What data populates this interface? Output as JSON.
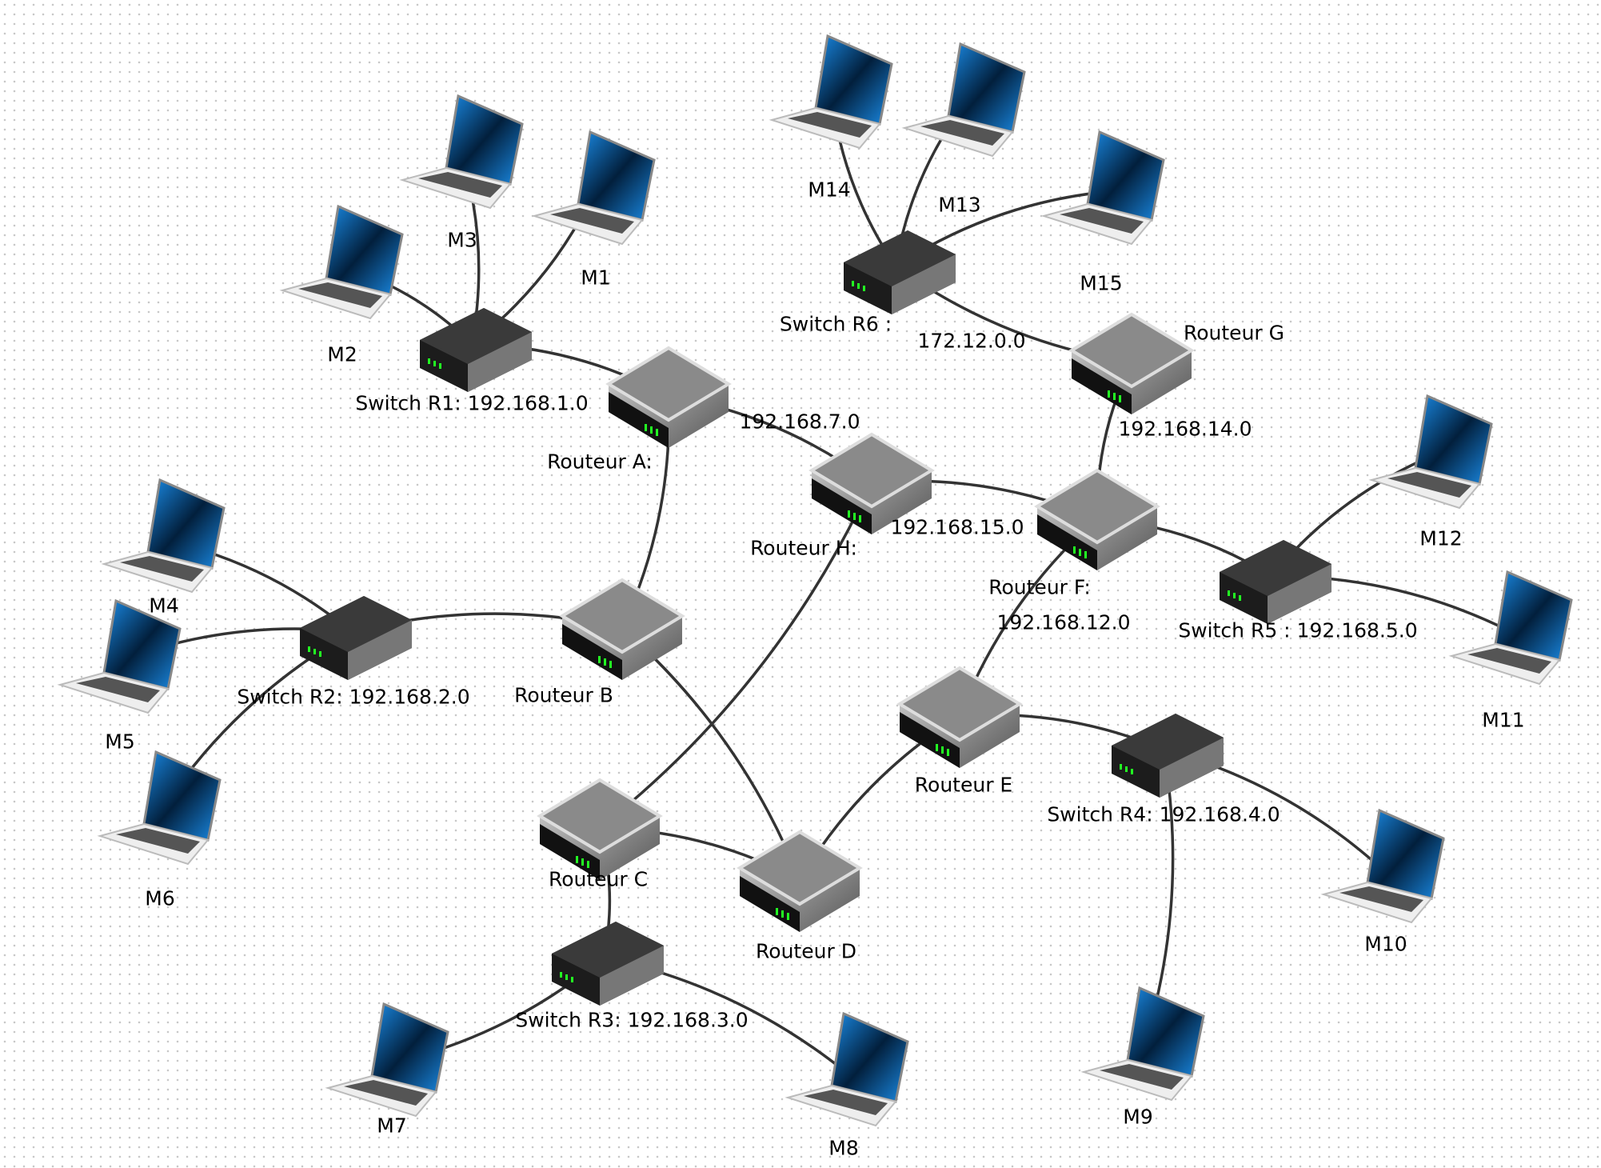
{
  "diagram": {
    "devices": [
      {
        "id": "M1",
        "kind": "laptop",
        "label": "M1"
      },
      {
        "id": "M2",
        "kind": "laptop",
        "label": "M2"
      },
      {
        "id": "M3",
        "kind": "laptop",
        "label": "M3"
      },
      {
        "id": "M4",
        "kind": "laptop",
        "label": "M4"
      },
      {
        "id": "M5",
        "kind": "laptop",
        "label": "M5"
      },
      {
        "id": "M6",
        "kind": "laptop",
        "label": "M6"
      },
      {
        "id": "M7",
        "kind": "laptop",
        "label": "M7"
      },
      {
        "id": "M8",
        "kind": "laptop",
        "label": "M8"
      },
      {
        "id": "M9",
        "kind": "laptop",
        "label": "M9"
      },
      {
        "id": "M10",
        "kind": "laptop",
        "label": "M10"
      },
      {
        "id": "M11",
        "kind": "laptop",
        "label": "M11"
      },
      {
        "id": "M12",
        "kind": "laptop",
        "label": "M12"
      },
      {
        "id": "M13",
        "kind": "laptop",
        "label": "M13"
      },
      {
        "id": "M14",
        "kind": "laptop",
        "label": "M14"
      },
      {
        "id": "M15",
        "kind": "laptop",
        "label": "M15"
      },
      {
        "id": "S1",
        "kind": "switch",
        "label": "Switch R1: 192.168.1.0"
      },
      {
        "id": "S2",
        "kind": "switch",
        "label": "Switch R2: 192.168.2.0"
      },
      {
        "id": "S3",
        "kind": "switch",
        "label": "Switch R3: 192.168.3.0"
      },
      {
        "id": "S4",
        "kind": "switch",
        "label": "Switch R4: 192.168.4.0"
      },
      {
        "id": "S5",
        "kind": "switch",
        "label": "Switch R5 : 192.168.5.0"
      },
      {
        "id": "S6",
        "kind": "switch",
        "label": "Switch R6 :"
      },
      {
        "id": "RA",
        "kind": "router",
        "label": "Routeur A:"
      },
      {
        "id": "RB",
        "kind": "router",
        "label": "Routeur B"
      },
      {
        "id": "RC",
        "kind": "router",
        "label": "Routeur C"
      },
      {
        "id": "RD",
        "kind": "router",
        "label": "Routeur D"
      },
      {
        "id": "RE",
        "kind": "router",
        "label": "Routeur E"
      },
      {
        "id": "RF",
        "kind": "router",
        "label": "Routeur F:"
      },
      {
        "id": "RG",
        "kind": "router",
        "label": "Routeur G"
      },
      {
        "id": "RH",
        "kind": "router",
        "label": "Routeur H:"
      }
    ],
    "links": [
      [
        "M1",
        "S1"
      ],
      [
        "M2",
        "S1"
      ],
      [
        "M3",
        "S1"
      ],
      [
        "S1",
        "RA"
      ],
      [
        "RA",
        "RH"
      ],
      [
        "RA",
        "RB"
      ],
      [
        "M4",
        "S2"
      ],
      [
        "M5",
        "S2"
      ],
      [
        "M6",
        "S2"
      ],
      [
        "S2",
        "RB"
      ],
      [
        "RB",
        "RD"
      ],
      [
        "RH",
        "RF"
      ],
      [
        "RH",
        "RC"
      ],
      [
        "RC",
        "RD"
      ],
      [
        "RC",
        "S3"
      ],
      [
        "S3",
        "M7"
      ],
      [
        "S3",
        "M8"
      ],
      [
        "RD",
        "RE"
      ],
      [
        "RE",
        "RF"
      ],
      [
        "RE",
        "S4"
      ],
      [
        "S4",
        "M9"
      ],
      [
        "S4",
        "M10"
      ],
      [
        "RF",
        "RG"
      ],
      [
        "RF",
        "S5"
      ],
      [
        "S5",
        "M11"
      ],
      [
        "S5",
        "M12"
      ],
      [
        "RG",
        "S6"
      ],
      [
        "S6",
        "M13"
      ],
      [
        "S6",
        "M14"
      ],
      [
        "S6",
        "M15"
      ]
    ],
    "network_labels": [
      "192.168.7.0",
      "192.168.15.0",
      "192.168.14.0",
      "192.168.12.0",
      "172.12.0.0"
    ]
  }
}
